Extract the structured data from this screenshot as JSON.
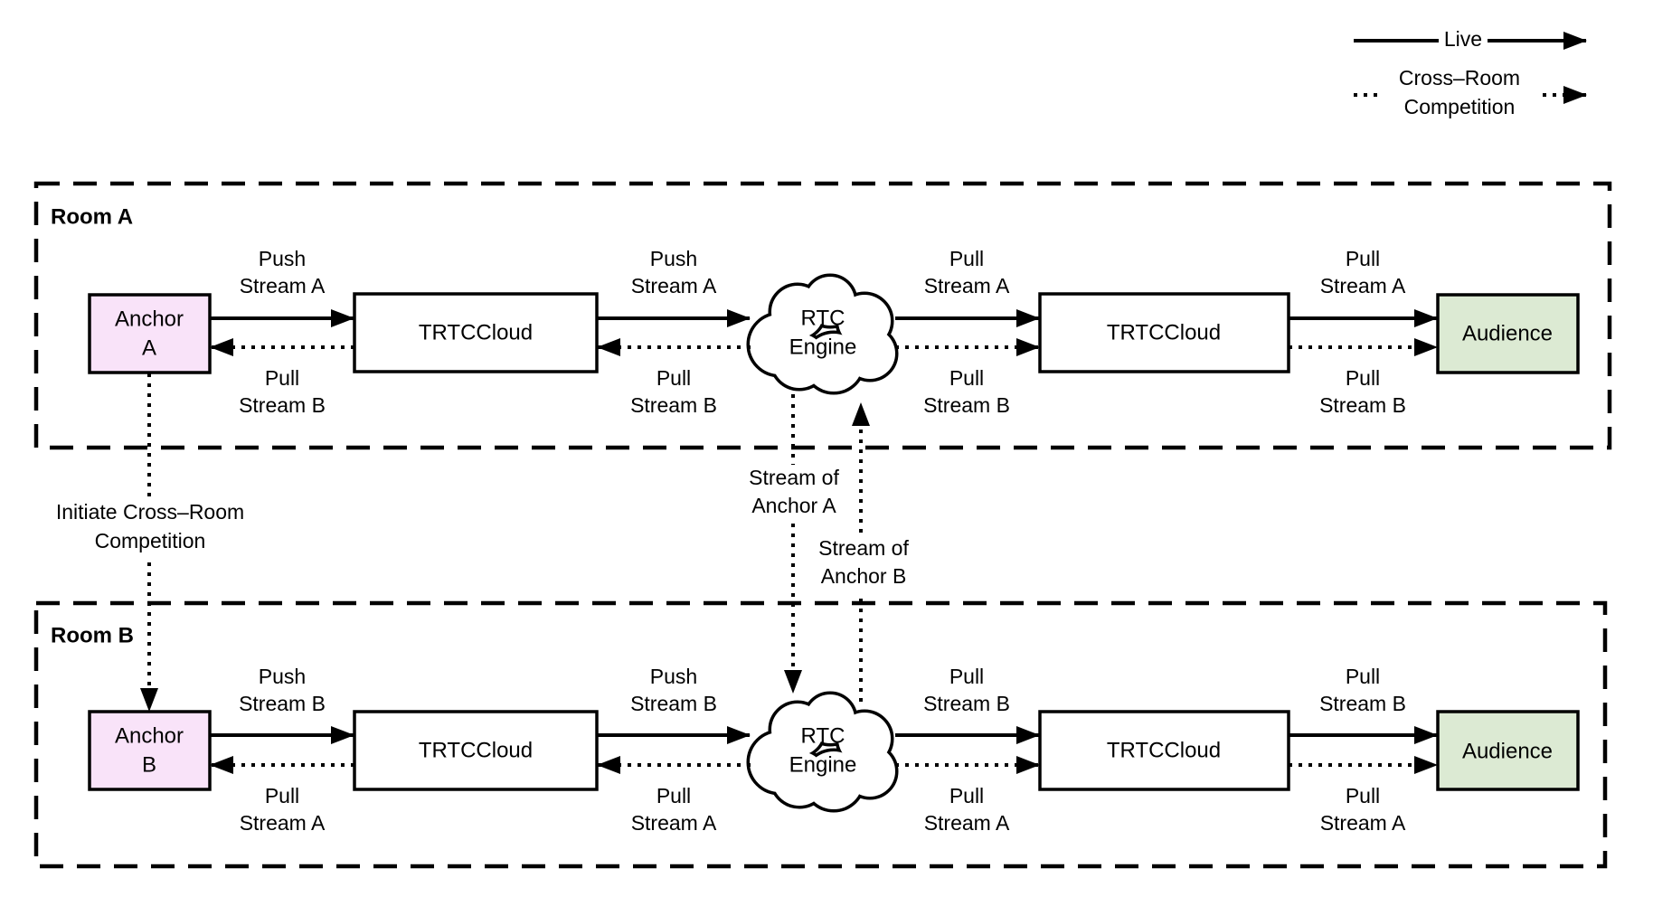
{
  "colors": {
    "anchor_fill": "#F9E3F9",
    "audience_fill": "#DCEAD3",
    "node_fill": "#FFFFFF",
    "stroke": "#000000",
    "background": "#FFFFFF"
  },
  "legend": {
    "live": "Live",
    "cross_room": [
      "Cross–Room",
      "Competition"
    ]
  },
  "cross_room_links": {
    "initiate": [
      "Initiate Cross–Room",
      "Competition"
    ],
    "stream_of_anchor_a": [
      "Stream of",
      "Anchor A"
    ],
    "stream_of_anchor_b": [
      "Stream of",
      "Anchor B"
    ]
  },
  "room_a": {
    "title": "Room A",
    "anchor": [
      "Anchor",
      "A"
    ],
    "trtccloud_left": "TRTCCloud",
    "rtc_engine": [
      "RTC",
      "Engine"
    ],
    "trtccloud_right": "TRTCCloud",
    "audience": "Audience",
    "labels": {
      "anchor_push": [
        "Push",
        "Stream A"
      ],
      "anchor_pull": [
        "Pull",
        "Stream B"
      ],
      "left_push": [
        "Push",
        "Stream A"
      ],
      "left_pull": [
        "Pull",
        "Stream B"
      ],
      "right_pull_live": [
        "Pull",
        "Stream A"
      ],
      "right_pull_cross": [
        "Pull",
        "Stream B"
      ],
      "audience_pull_live": [
        "Pull",
        "Stream A"
      ],
      "audience_pull_cross": [
        "Pull",
        "Stream B"
      ]
    }
  },
  "room_b": {
    "title": "Room B",
    "anchor": [
      "Anchor",
      "B"
    ],
    "trtccloud_left": "TRTCCloud",
    "rtc_engine": [
      "RTC",
      "Engine"
    ],
    "trtccloud_right": "TRTCCloud",
    "audience": "Audience",
    "labels": {
      "anchor_push": [
        "Push",
        "Stream B"
      ],
      "anchor_pull": [
        "Pull",
        "Stream A"
      ],
      "left_push": [
        "Push",
        "Stream B"
      ],
      "left_pull": [
        "Pull",
        "Stream A"
      ],
      "right_pull_live": [
        "Pull",
        "Stream B"
      ],
      "right_pull_cross": [
        "Pull",
        "Stream A"
      ],
      "audience_pull_live": [
        "Pull",
        "Stream B"
      ],
      "audience_pull_cross": [
        "Pull",
        "Stream A"
      ]
    }
  }
}
